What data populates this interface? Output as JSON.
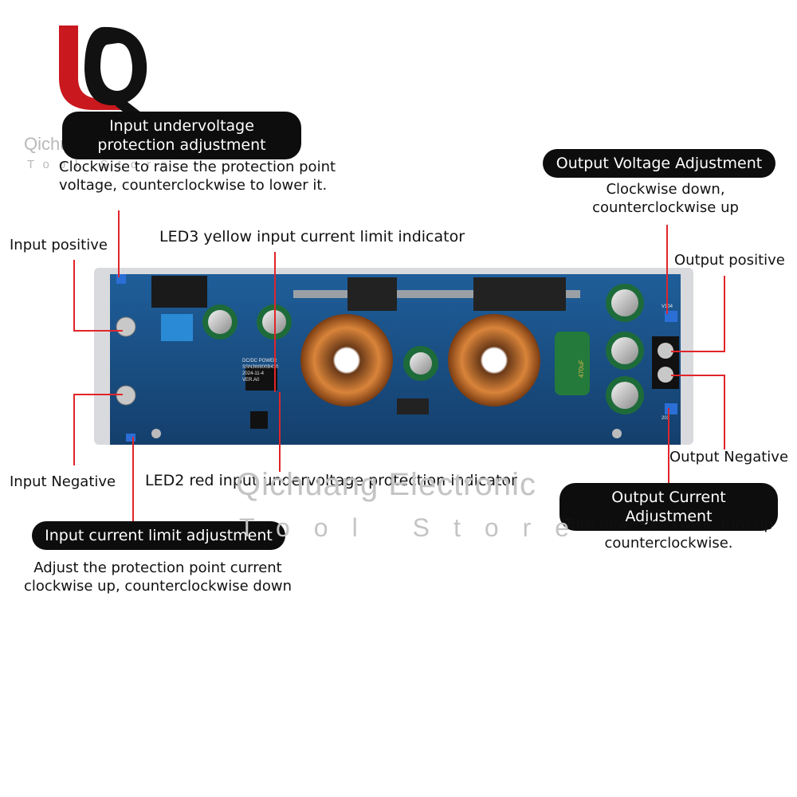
{
  "brand": {
    "logo_letters": "LQ",
    "watermark_name": "Qichuang Electronic",
    "watermark_tagline": "Tool Store"
  },
  "board": {
    "silk_title": "DC/DC POWER",
    "silk_model": "SSN3W800B430",
    "silk_date": "2024-11-4",
    "silk_version": "VER.A0",
    "pot_label_out_v": "V104",
    "pot_label_out_c": "203",
    "cap_label": "470uF"
  },
  "callouts": {
    "input_uvp_title": "Input undervoltage protection adjustment",
    "input_uvp_desc": "Clockwise to raise the protection point voltage, counterclockwise to lower it.",
    "output_voltage_title": "Output Voltage Adjustment",
    "output_voltage_desc": "Clockwise down, counterclockwise up",
    "led3": "LED3 yellow input current limit indicator",
    "input_positive": "Input positive",
    "output_positive": "Output positive",
    "input_negative": "Input Negative",
    "output_negative": "Output Negative",
    "led2": "LED2 red input undervoltage protection indicator",
    "output_current_title": "Output Current Adjustment",
    "output_current_desc": "Turn down clockwise, turn up counterclockwise.",
    "input_current_title": "Input current limit adjustment",
    "input_current_desc": "Adjust the protection point current clockwise up, counterclockwise down"
  }
}
